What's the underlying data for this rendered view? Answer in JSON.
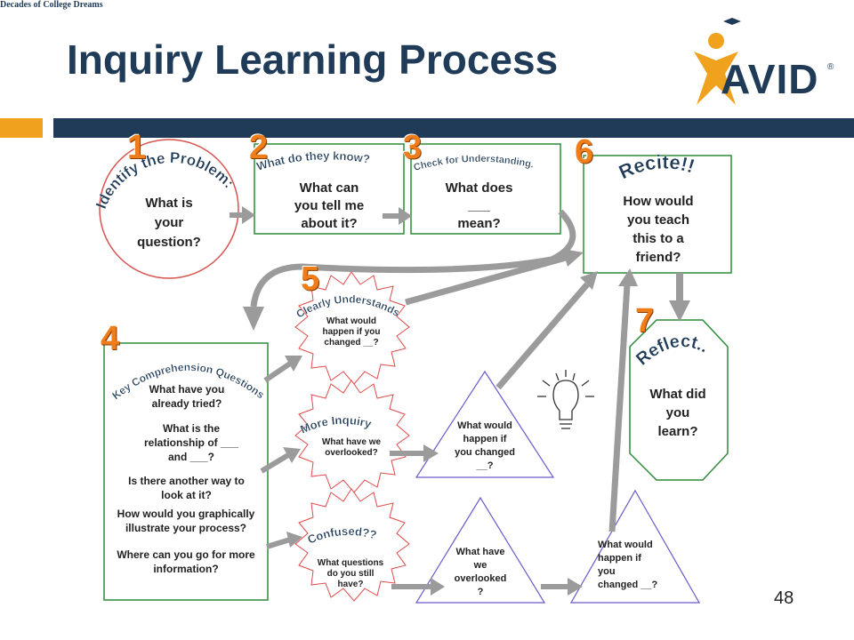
{
  "title": "Inquiry Learning Process",
  "logo": {
    "text": "AVID",
    "tagline": "Decades of College Dreams",
    "trademark": "®"
  },
  "page_number": "48",
  "colors": {
    "title": "#1f3b57",
    "accent_bar": "#f0a21e",
    "dark_bar": "#1f3b57",
    "number": "#ef7d1a",
    "box_border": "#2e8b3a",
    "circle_border": "#d9534f",
    "arrow": "#9b9b9b",
    "star_border": "#e04a4a",
    "triangle_border": "#6a5acd"
  },
  "steps": {
    "s1": {
      "number": "1",
      "heading": "Identify the Problem:",
      "text_lines": [
        "What is",
        "your",
        "question?"
      ]
    },
    "s2": {
      "number": "2",
      "heading": "What do they know?",
      "text_lines": [
        "What can",
        "you tell me",
        "about it?"
      ]
    },
    "s3": {
      "number": "3",
      "heading": "Check for Understanding.",
      "text_lines": [
        "What does",
        "___",
        "mean?"
      ]
    },
    "s4": {
      "number": "4",
      "heading": "Key Comprehension Questions:",
      "items": [
        {
          "lines": [
            "What have you",
            "already tried?"
          ]
        },
        {
          "lines": [
            "What is the",
            "relationship of ___",
            "and ___?"
          ]
        },
        {
          "lines": [
            "Is there another way to",
            "look at it?"
          ]
        },
        {
          "lines": [
            "How would you graphically",
            "illustrate your process?"
          ]
        },
        {
          "lines": [
            "Where can you go for more",
            "information?"
          ]
        }
      ]
    },
    "s5": {
      "number": "5",
      "heading": "Clearly Understands",
      "text_lines": [
        "What would",
        "happen if you",
        "changed __?"
      ]
    },
    "s6": {
      "number": "6",
      "heading": "Recite!!",
      "text_lines": [
        "How would",
        "you teach",
        "this to a",
        "friend?"
      ]
    },
    "s7": {
      "number": "7",
      "heading": "Reflect..",
      "text_lines": [
        "What did",
        "you",
        "learn?"
      ]
    }
  },
  "stars": {
    "more_inquiry": {
      "heading": "More Inquiry",
      "text_lines": [
        "What have we",
        "overlooked?"
      ]
    },
    "confused": {
      "heading": "Confused??",
      "text_lines": [
        "What questions",
        "do you still",
        "have?"
      ]
    }
  },
  "triangles": {
    "t1": {
      "text_lines": [
        "What would",
        "happen if",
        "you changed",
        "__?"
      ]
    },
    "t2": {
      "text_lines": [
        "What have",
        "we",
        "overlooked",
        "?"
      ]
    },
    "t3": {
      "text_lines": [
        "What would",
        "happen if",
        "you",
        "changed __?"
      ]
    }
  }
}
